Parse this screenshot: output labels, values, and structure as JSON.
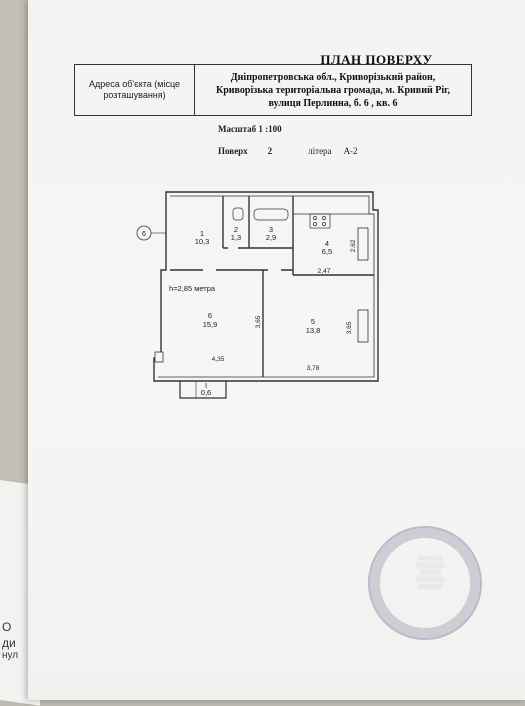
{
  "document": {
    "title": "ПЛАН ПОВЕРХУ",
    "address_label": "Адреса об'єкта (місце розташування)",
    "address_value": "Дніпропетровська обл., Криворізький район, Криворізька територіальна громада, м. Кривий Ріг, вулиця Перлинна, б. 6 , кв. 6",
    "scale_label": "Масштаб 1 :100",
    "floor_label": "Поверх",
    "floor_value": "2",
    "litera_label": "літера",
    "litera_value": "А-2"
  },
  "plan": {
    "axis_mark": "6",
    "ceiling_height": "h=2,85 метра",
    "rooms": [
      {
        "number": "1",
        "area": "10,3"
      },
      {
        "number": "2",
        "area": "1,3"
      },
      {
        "number": "3",
        "area": "2,9"
      },
      {
        "number": "4",
        "area": "6,5"
      },
      {
        "number": "5",
        "area": "13,8"
      },
      {
        "number": "6",
        "area": "15,9"
      },
      {
        "number": "I",
        "area": "0,6"
      }
    ],
    "dimensions": {
      "kitchen_height": "2,62",
      "kitchen_width": "2,47",
      "room6_height": "3,65",
      "room6_width": "4,35",
      "room5_height": "3,65",
      "room5_width": "3,78"
    }
  },
  "edge_texts": [
    "О",
    "ди",
    "нул"
  ]
}
